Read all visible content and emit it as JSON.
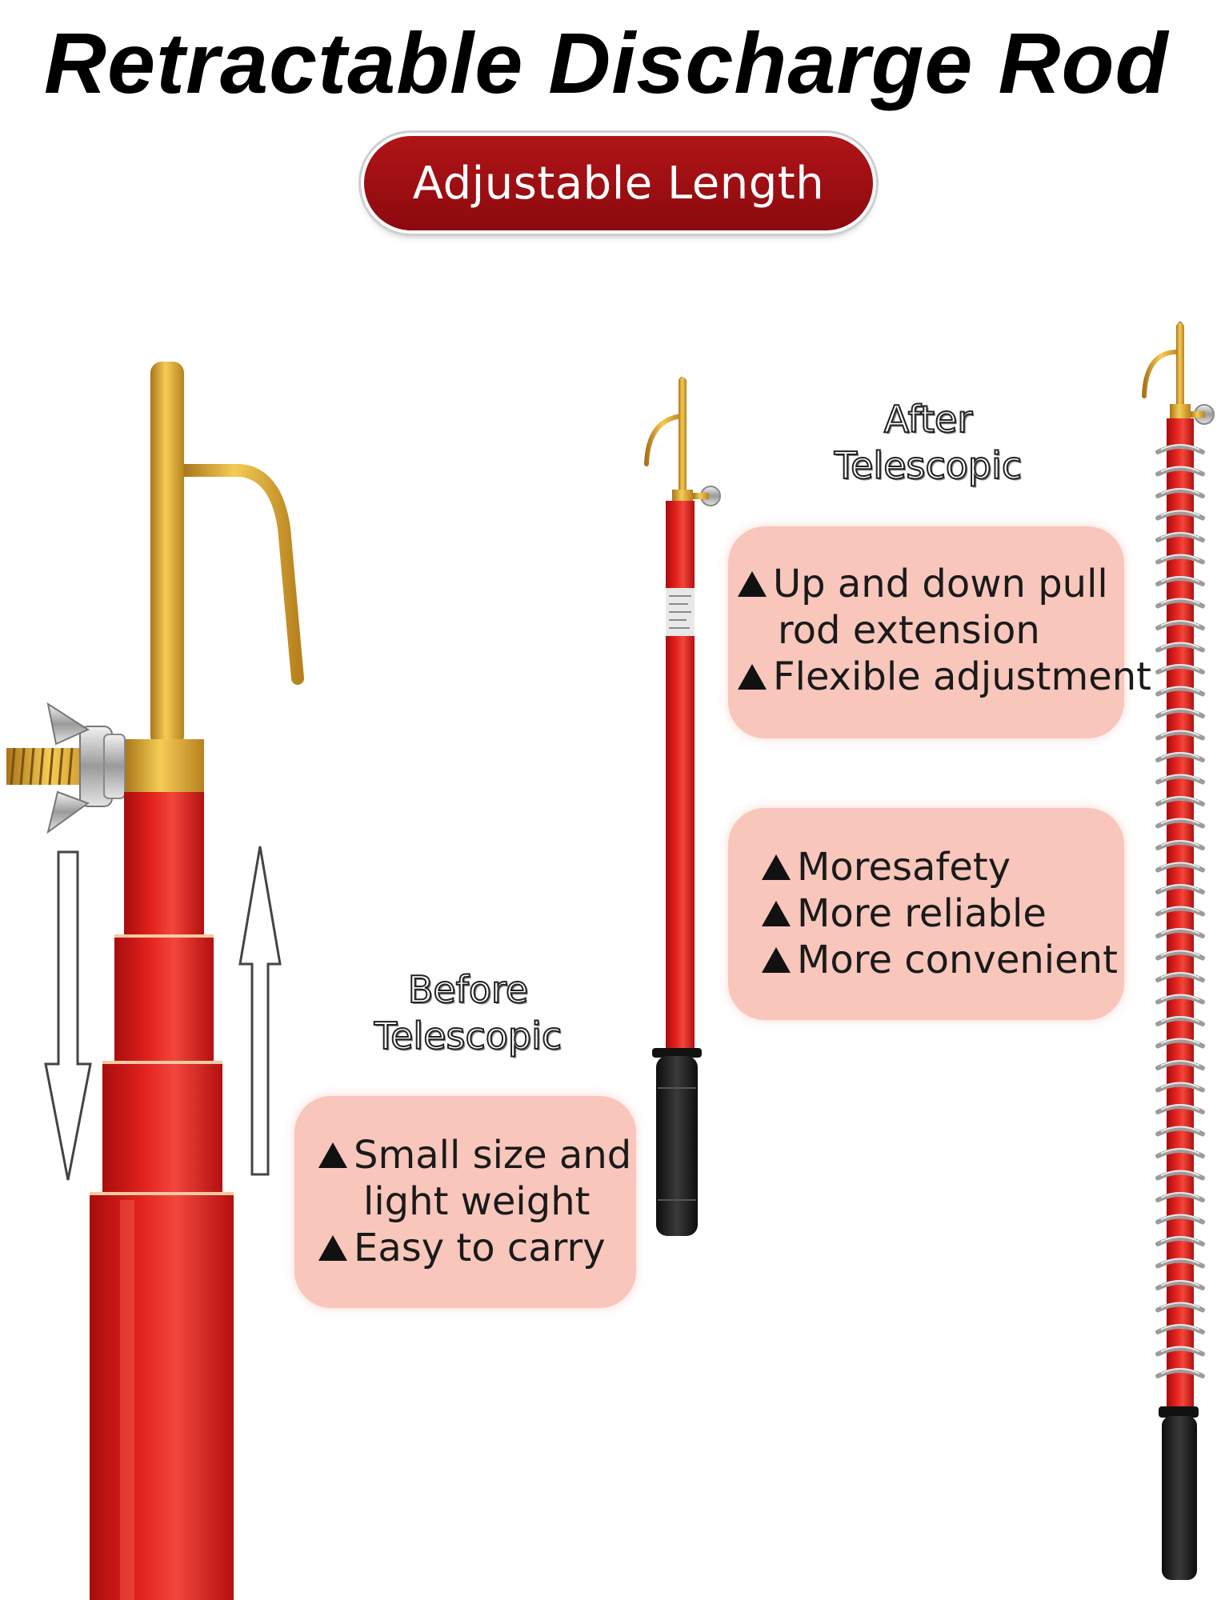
{
  "title": "Retractable Discharge Rod",
  "badge": "Adjustable Length",
  "after_label": {
    "line1": "After",
    "line2": "Telescopic"
  },
  "before_label": {
    "line1": "Before",
    "line2": "Telescopic"
  },
  "after_features": [
    "Up and down pull",
    "rod extension",
    "Flexible adjustment"
  ],
  "advantages": [
    "Moresafety",
    "More reliable",
    "More convenient"
  ],
  "before_features": [
    "Small size and",
    "light weight",
    "Easy to carry"
  ],
  "colors": {
    "rod_red": "#e01e1c",
    "brass": "#d9a52e",
    "badge_red": "#9e0f13",
    "box_pink": "#f8c6bb",
    "grip_black": "#1b1b1b"
  }
}
